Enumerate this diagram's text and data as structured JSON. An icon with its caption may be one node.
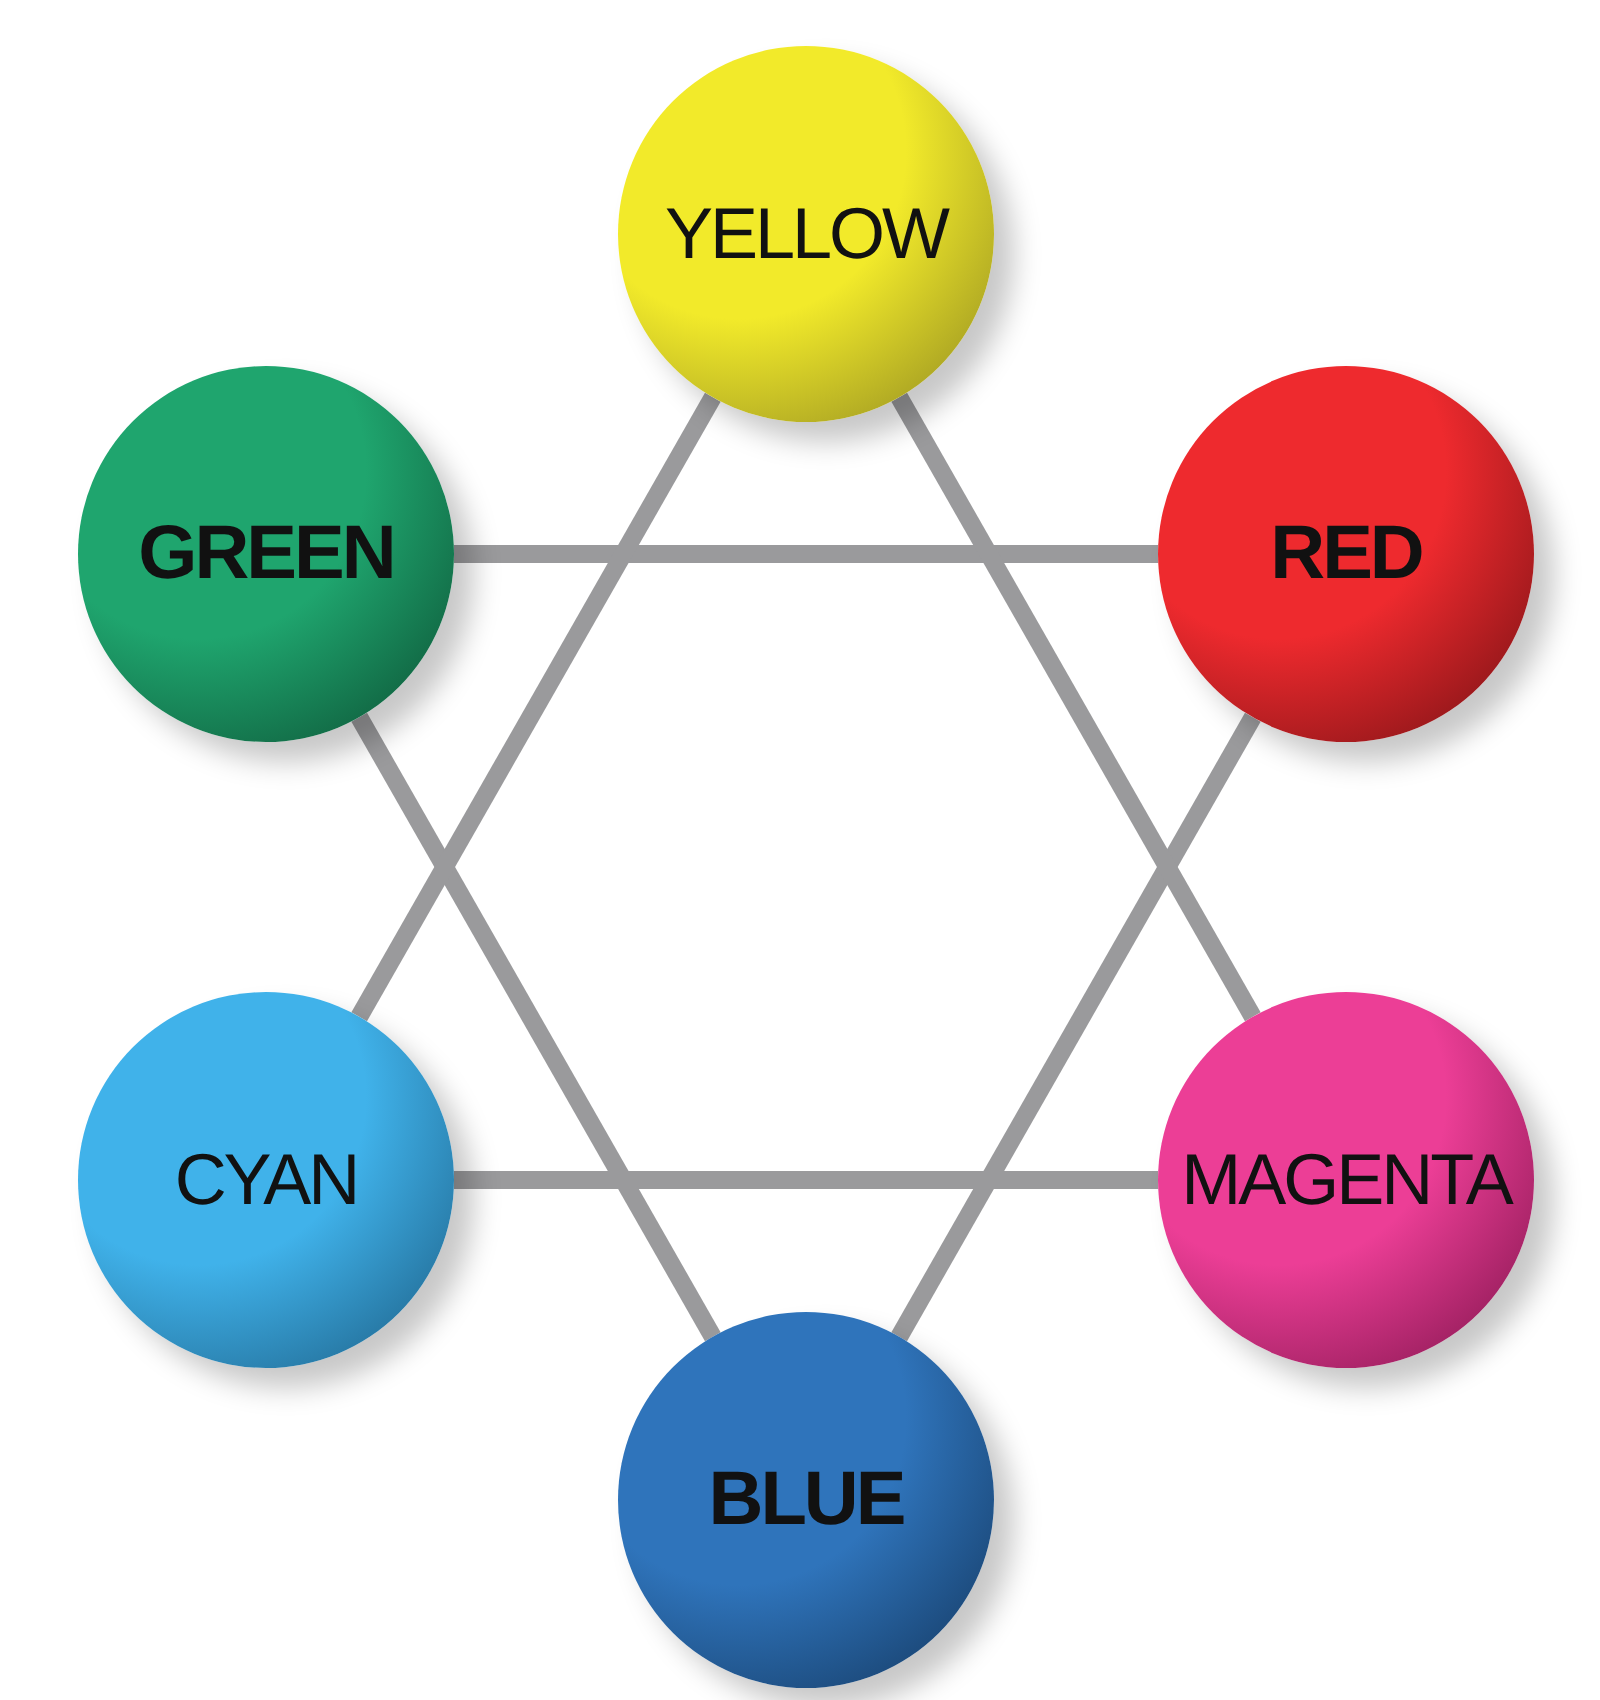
{
  "diagram": {
    "nodes": [
      {
        "text": [
          "YELLOW"
        ]
      },
      {
        "text": [
          "GREEN"
        ]
      },
      {
        "text": [
          "RED"
        ]
      },
      {
        "text": [
          "CYAN"
        ]
      },
      {
        "text": [
          "MAGENTA"
        ]
      },
      {
        "text": [
          "BLUE"
        ]
      }
    ],
    "edges": [
      {
        "from": 1,
        "to": 2,
        "arrow": "none"
      },
      {
        "from": 2,
        "to": 5,
        "arrow": "none"
      },
      {
        "from": 1,
        "to": 5,
        "arrow": "none"
      },
      {
        "from": 0,
        "to": 3,
        "arrow": "none"
      },
      {
        "from": 0,
        "to": 4,
        "arrow": "none"
      },
      {
        "from": 3,
        "to": 4,
        "arrow": "none"
      }
    ]
  }
}
